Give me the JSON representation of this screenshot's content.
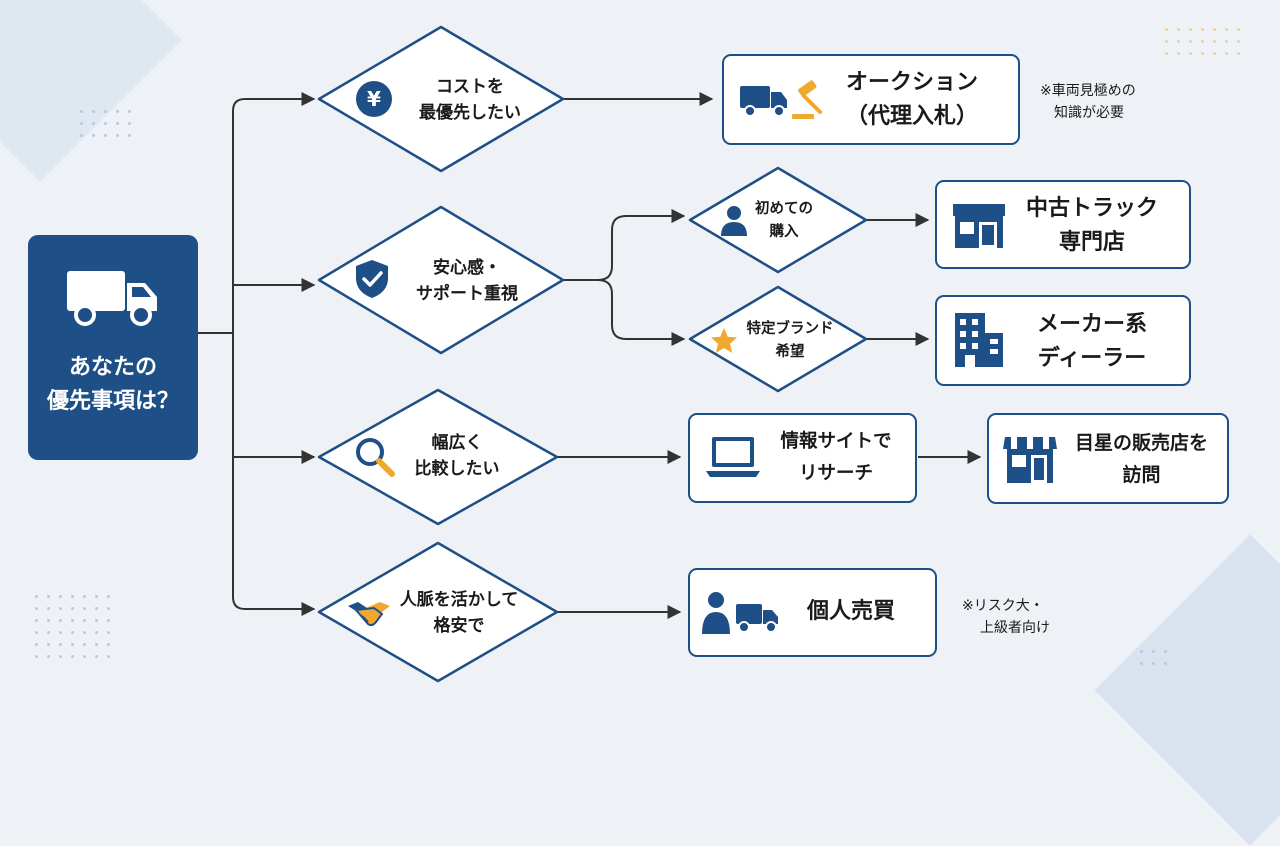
{
  "start": {
    "line1": "あなたの",
    "line2": "優先事項は？",
    "icon": "truck-icon"
  },
  "decisions": {
    "cost": {
      "line1": "コストを",
      "line2": "最優先したい",
      "icon": "yen-icon"
    },
    "support": {
      "line1": "安心感・",
      "line2": "サポート重視",
      "icon": "shield-check-icon"
    },
    "compare": {
      "line1": "幅広く",
      "line2": "比較したい",
      "icon": "magnifier-icon"
    },
    "network": {
      "line1": "人脈を活かして",
      "line2": "格安で",
      "icon": "handshake-icon"
    },
    "first": {
      "line1": "初めての",
      "line2": "購入",
      "icon": "person-icon"
    },
    "brand": {
      "line1": "特定ブランド",
      "line2": "希望",
      "icon": "star-icon"
    }
  },
  "results": {
    "auction": {
      "line1": "オークション",
      "line2": "（代理入札）",
      "icon": "truck-gavel-icon"
    },
    "used_shop": {
      "line1": "中古トラック",
      "line2": "専門店",
      "icon": "shop-icon"
    },
    "dealer": {
      "line1": "メーカー系",
      "line2": "ディーラー",
      "icon": "building-icon"
    },
    "info_site": {
      "line1": "情報サイトで",
      "line2": "リサーチ",
      "icon": "laptop-icon"
    },
    "visit": {
      "line1": "目星の販売店を",
      "line2": "訪問",
      "icon": "storefront-icon"
    },
    "private": {
      "line1": "個人売買",
      "icon": "person-truck-icon"
    }
  },
  "notes": {
    "auction": {
      "line1": "※車両見極めの",
      "line2": "知識が必要"
    },
    "private": {
      "line1": "※リスク大・",
      "line2": "上級者向け"
    }
  },
  "colors": {
    "navy": "#1e4f86",
    "accent": "#f0a830",
    "background": "#eef2f7",
    "line": "#333333"
  }
}
